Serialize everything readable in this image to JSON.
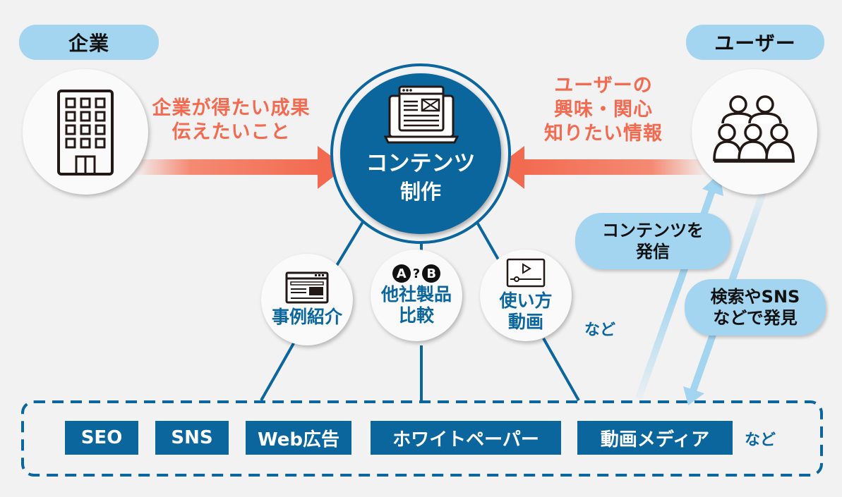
{
  "left_actor": {
    "label": "企業",
    "icon": "office-building-icon",
    "message_lines": [
      "企業が得たい成果",
      "伝えたいこと"
    ]
  },
  "right_actor": {
    "label": "ユーザー",
    "icon": "people-group-icon",
    "message_lines": [
      "ユーザーの",
      "興味・関心",
      "知りたい情報"
    ]
  },
  "center": {
    "icon": "laptop-document-icon",
    "title_lines": [
      "コンテンツ",
      "制作"
    ]
  },
  "content_types": [
    {
      "icon": "browser-window-icon",
      "lines": [
        "事例紹介"
      ]
    },
    {
      "icon": "a-vs-b-icon",
      "icon_text": [
        "A",
        "?",
        "B"
      ],
      "lines": [
        "他社製品",
        "比較"
      ]
    },
    {
      "icon": "video-player-icon",
      "lines": [
        "使い方",
        "動画"
      ]
    }
  ],
  "content_types_etc": "など",
  "flows": {
    "publish_lines": [
      "コンテンツを",
      "発信"
    ],
    "discover_lines": [
      "検索やSNS",
      "などで発見"
    ]
  },
  "channels": [
    "SEO",
    "SNS",
    "Web広告",
    "ホワイトペーパー",
    "動画メディア"
  ],
  "channels_etc": "など",
  "colors": {
    "primary_blue": "#0b669e",
    "light_blue": "#a3d4f0",
    "accent_orange": "#f26a50",
    "background": "#f2f2f2"
  }
}
